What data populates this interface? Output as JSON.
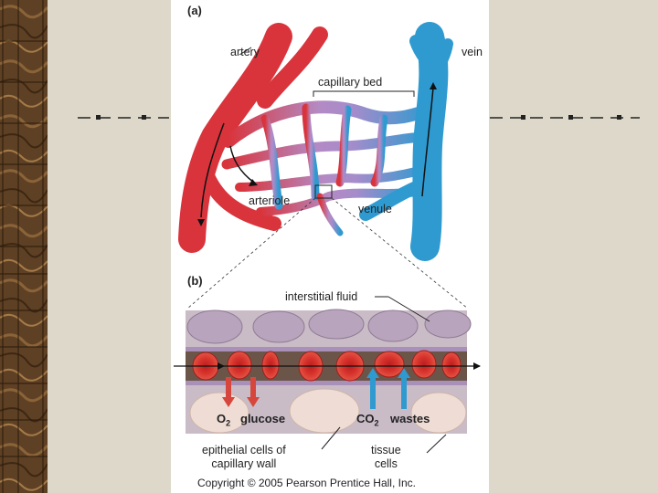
{
  "panel_a": {
    "tag": "(a)",
    "artery": "artery",
    "vein": "vein",
    "capillary_bed": "capillary bed",
    "arteriole": "arteriole",
    "venule": "venule"
  },
  "panel_b": {
    "tag": "(b)",
    "interstitial_fluid": "interstitial fluid",
    "o2": "O",
    "o2_sub": "2",
    "glucose": "glucose",
    "co2": "CO",
    "co2_sub": "2",
    "wastes": "wastes",
    "epithelial_line1": "epithelial cells of",
    "epithelial_line2": "capillary wall",
    "tissue_line1": "tissue",
    "tissue_line2": "cells"
  },
  "copyright": "Copyright © 2005 Pearson Prentice Hall, Inc.",
  "colors": {
    "artery": "#d9343c",
    "vein": "#2e9ad0",
    "capillary": "#a98bc4",
    "background": "#ddd8c9",
    "stripe": "#5a3e22"
  }
}
